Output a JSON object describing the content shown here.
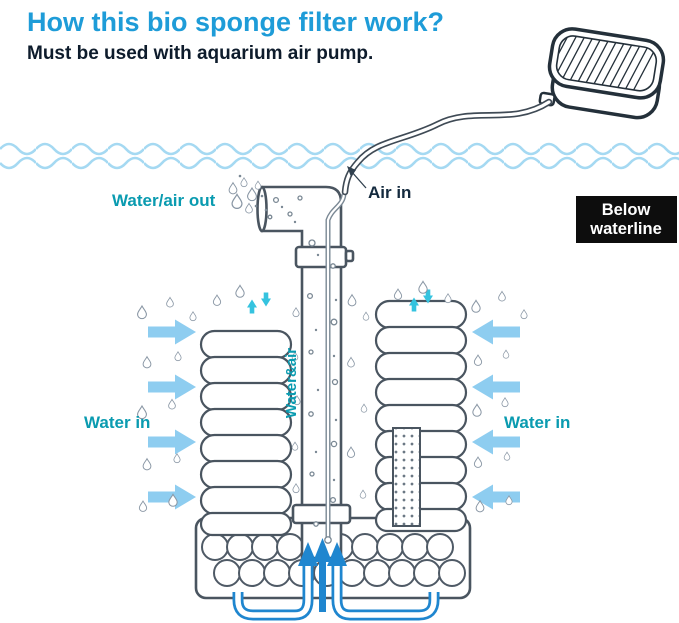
{
  "title": "How this bio sponge filter work?",
  "subtitle": "Must be used with aquarium air pump.",
  "labels": {
    "water_air_out": "Water/air out",
    "air_in": "Air in",
    "below_line1": "Below",
    "below_line2": "waterline",
    "water_and_air": "Water&air",
    "water_in_left": "Water in",
    "water_in_right": "Water in"
  },
  "colors": {
    "title": "#1e9cd8",
    "subtitle": "#0e1c2c",
    "label_teal": "#0a9bb0",
    "air_in_text": "#142a3e",
    "wave": "#a5d9f2",
    "flow_arrow": "#8ecdf0",
    "pipe_blue": "#1f86cf",
    "tiny_arrow": "#35c3df",
    "outline": "#4a5560",
    "badge_bg": "#0d0d0d",
    "badge_text": "#ffffff"
  }
}
